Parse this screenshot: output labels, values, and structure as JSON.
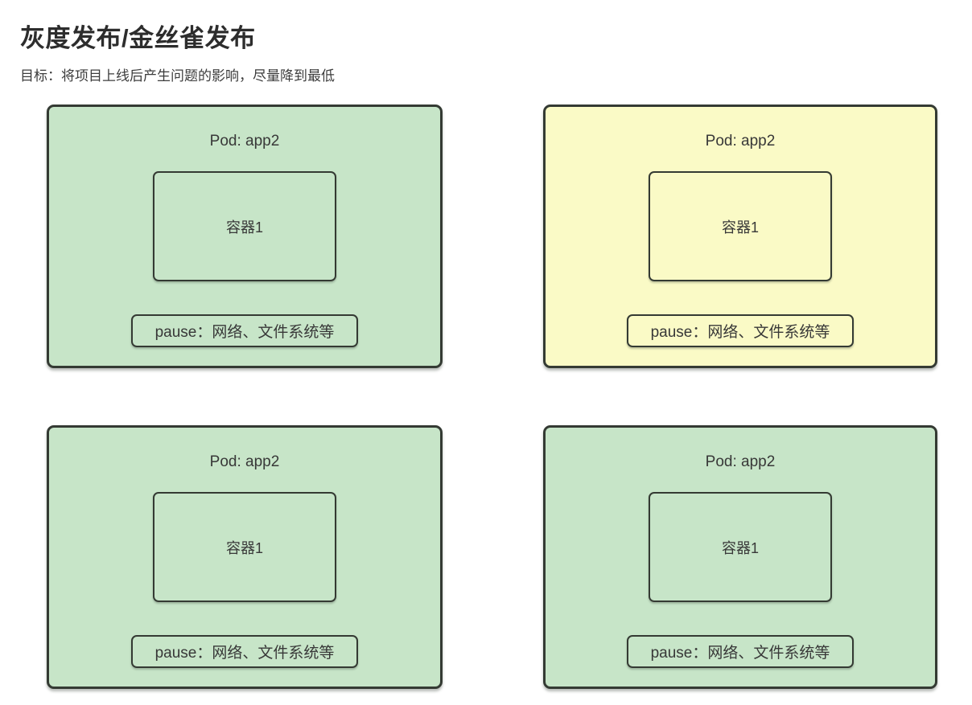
{
  "page": {
    "title": "灰度发布/金丝雀发布",
    "subtitle": "目标：将项目上线后产生问题的影响，尽量降到最低"
  },
  "colors": {
    "green": "#c7e5c8",
    "yellow": "#fafac6",
    "line": "#343a33",
    "text": "#383838"
  },
  "pods": [
    {
      "variant": "green",
      "title": "Pod: app2",
      "container_label": "容器1",
      "pause_label": "pause：网络、文件系统等"
    },
    {
      "variant": "yellow",
      "title": "Pod: app2",
      "container_label": "容器1",
      "pause_label": "pause：网络、文件系统等"
    },
    {
      "variant": "green",
      "title": "Pod: app2",
      "container_label": "容器1",
      "pause_label": "pause：网络、文件系统等"
    },
    {
      "variant": "green",
      "title": "Pod: app2",
      "container_label": "容器1",
      "pause_label": "pause：网络、文件系统等"
    }
  ]
}
